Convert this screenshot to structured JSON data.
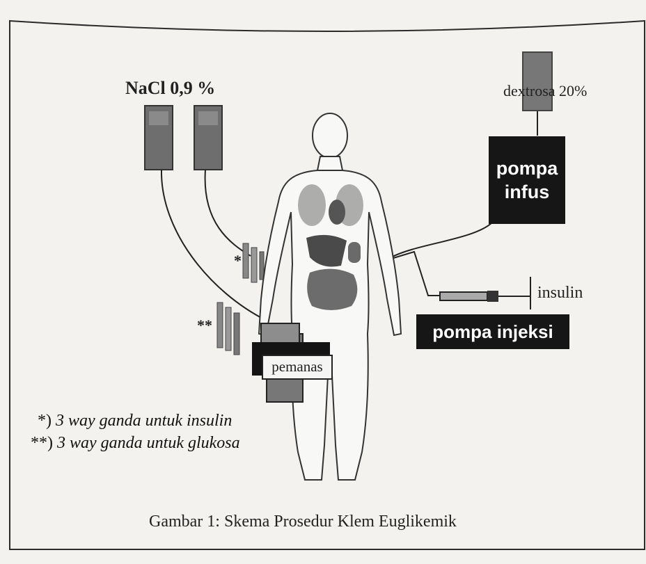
{
  "labels": {
    "nacl": "NaCl  0,9 %",
    "dextrose": "dextrosa 20%",
    "pump_infusion": "pompa infus",
    "insulin": "insulin",
    "pump_injection": "pompa injeksi",
    "heater": "pemanas",
    "mark_single": "*",
    "mark_double": "**"
  },
  "notes": [
    {
      "mark": "*)",
      "text": "3 way ganda untuk insulin"
    },
    {
      "mark": "**)",
      "text": "3 way ganda untuk glukosa"
    }
  ],
  "caption": "Gambar 1: Skema Prosedur Klem Euglikemik",
  "colors": {
    "paper": "#f3f2ef",
    "ink": "#1a1a1a",
    "box": "#161616",
    "bag": "#6e6e6e",
    "organ": "#7a7a7a"
  }
}
